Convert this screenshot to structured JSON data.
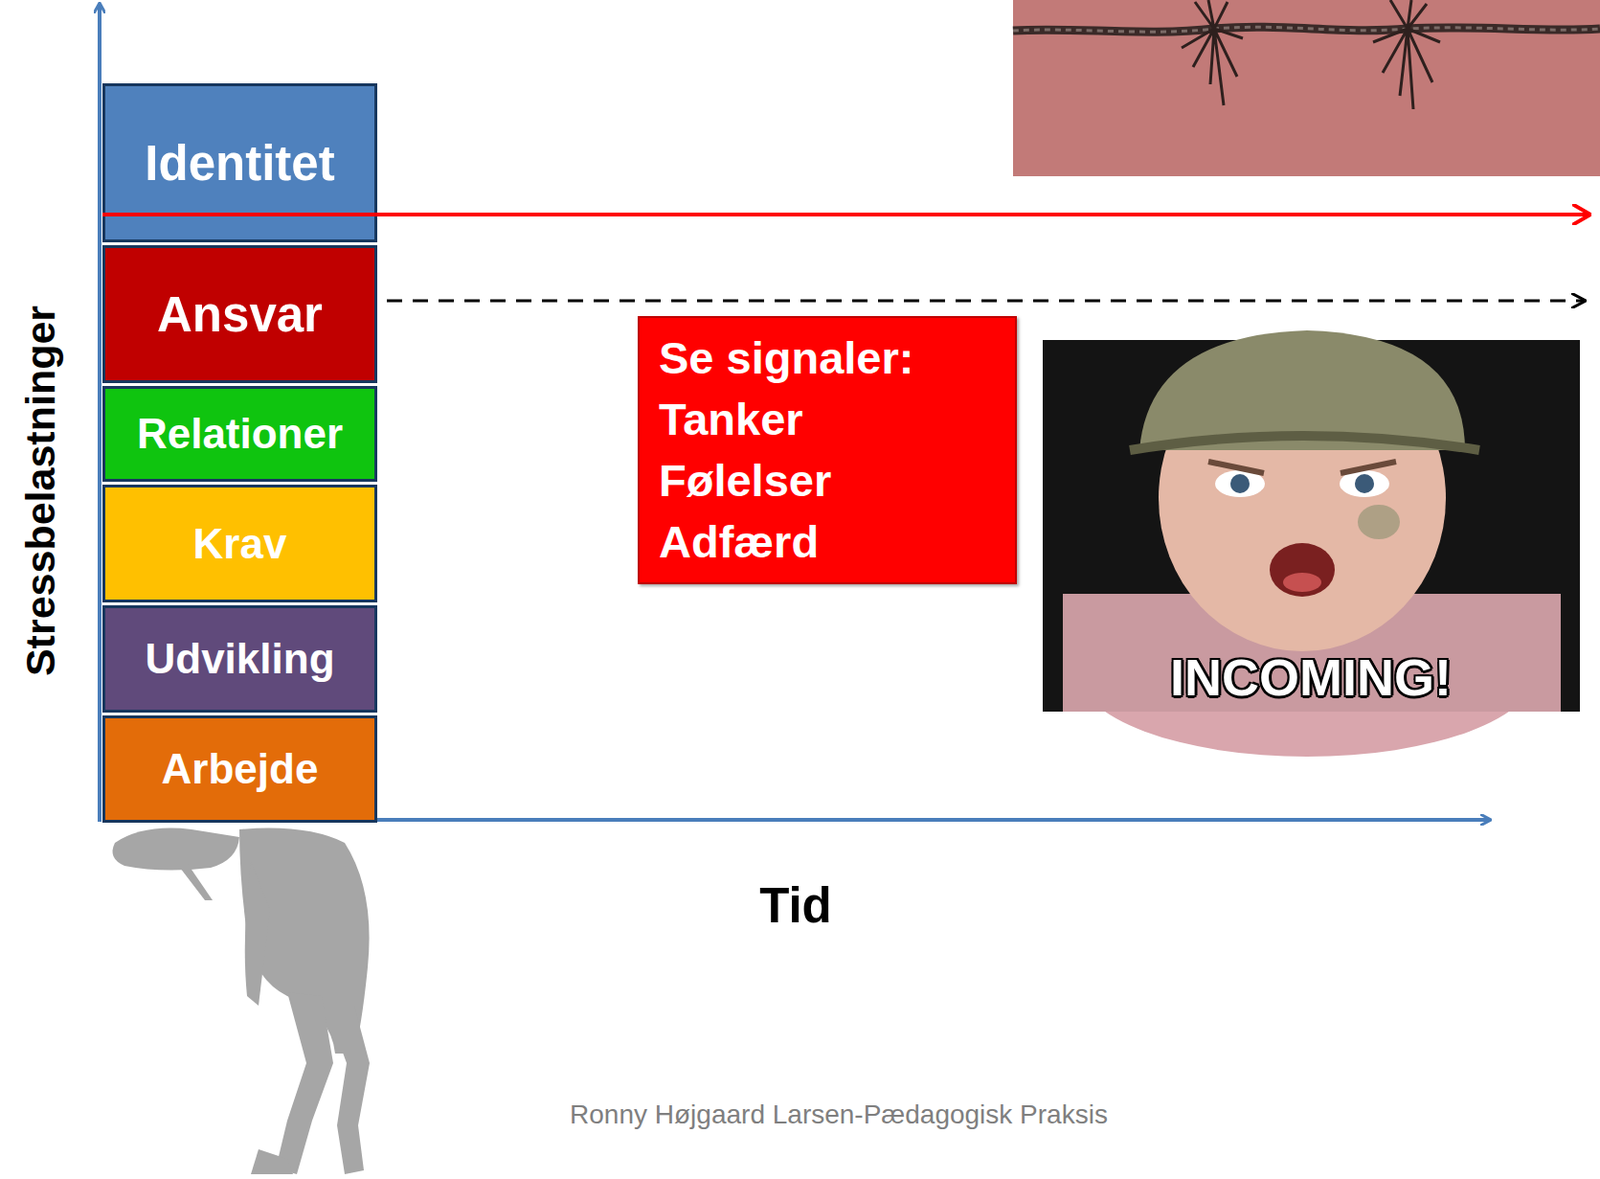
{
  "diagram": {
    "nodes": [
      {
        "text": [
          "Identitet"
        ]
      },
      {
        "text": [
          "Ansvar"
        ]
      },
      {
        "text": [
          "Relationer"
        ]
      },
      {
        "text": [
          "Krav"
        ]
      },
      {
        "text": [
          "Udvikling"
        ]
      },
      {
        "text": [
          "Arbejde"
        ]
      },
      {
        "text": [
          "Se signaler:",
          "Tanker",
          "Følelser",
          "Adfærd"
        ]
      }
    ],
    "labels": [
      "Stressbelastninger",
      "Tid",
      "INCOMING!",
      "Ronny Højgaard Larsen-Pædagogisk Praksis"
    ]
  }
}
